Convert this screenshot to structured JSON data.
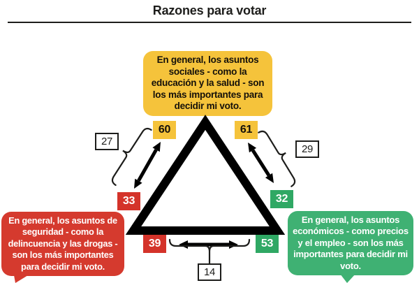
{
  "title": "Razones para votar",
  "colors": {
    "yellow": "#F5C33B",
    "red": "#D53A2E",
    "green": "#2FA864",
    "ink": "#1d1d1b"
  },
  "nodes": {
    "social": {
      "label": "En general, los asuntos sociales - como la educación y la salud - son los más importantes para decidir mi voto."
    },
    "security": {
      "label": "En general, los asuntos de seguridad - como la delincuencia y las drogas - son los más importantes para decidir mi voto."
    },
    "economic": {
      "label": "En general, los asuntos económicos - como precios y el empleo - son los más importantes para decidir mi voto."
    }
  },
  "edges": {
    "left": {
      "social_value": "60",
      "security_value": "33",
      "gap": "27"
    },
    "right": {
      "social_value": "61",
      "economic_value": "32",
      "gap": "29"
    },
    "bottom": {
      "security_value": "39",
      "economic_value": "53",
      "gap": "14"
    }
  }
}
